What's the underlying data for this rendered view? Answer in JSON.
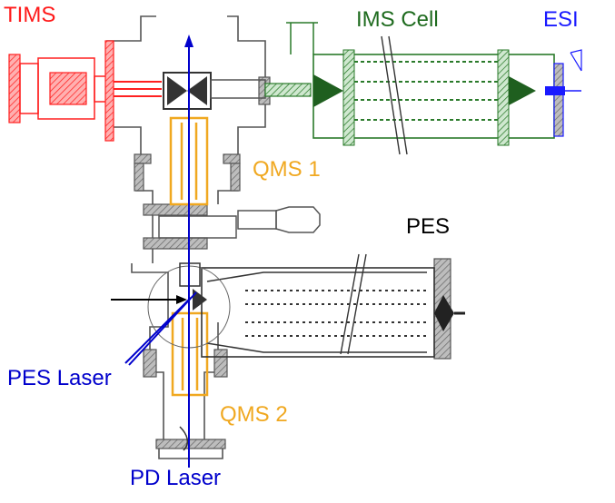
{
  "labels": {
    "tims": "TIMS",
    "ims_cell": "IMS Cell",
    "esi": "ESI",
    "qms1": "QMS 1",
    "pes": "PES",
    "pes_laser": "PES Laser",
    "qms2": "QMS 2",
    "pd_laser": "PD Laser"
  },
  "colors": {
    "tims": "#ff1a1a",
    "ims_cell": "#1f6b1f",
    "esi": "#1a1aff",
    "qms": "#f0a820",
    "pes": "#000000",
    "laser": "#0000cc",
    "chamber": "#555555"
  }
}
